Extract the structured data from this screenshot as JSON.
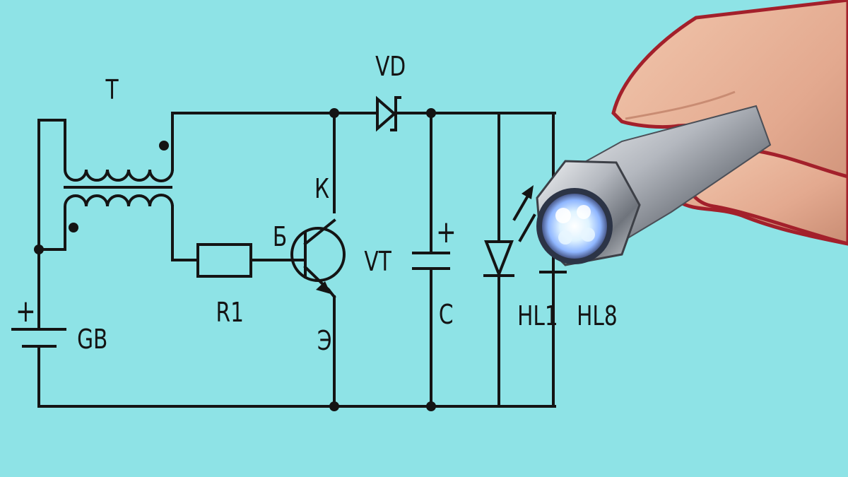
{
  "labels": {
    "transformer": "T",
    "diode": "VD",
    "collector": "К",
    "base": "Б",
    "emitter": "Э",
    "transistor": "VT",
    "resistor": "R1",
    "battery": "GB",
    "battery_plus": "+",
    "capacitor": "C",
    "capacitor_plus": "+",
    "led_first": "HL1",
    "led_last": "HL8"
  },
  "colors": {
    "background": "#8ee3e6",
    "wire": "#141414",
    "hand_outline": "#a3202b",
    "skin": "#e8b59a",
    "metal": "#b9bcc2",
    "led_glow": "#dff3ff"
  },
  "icons": {
    "flashlight": "flashlight-in-hand-icon"
  }
}
